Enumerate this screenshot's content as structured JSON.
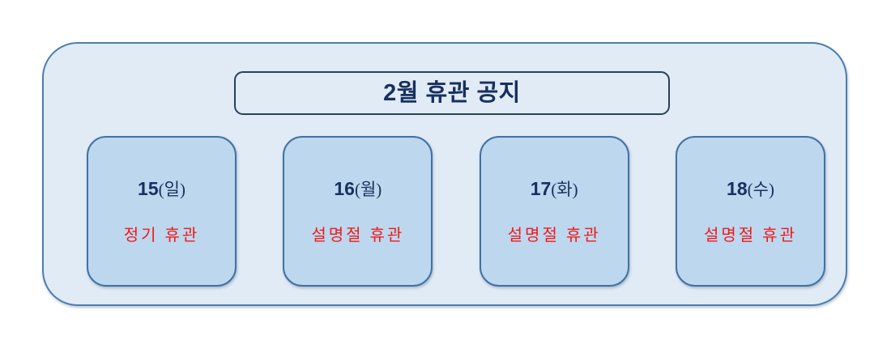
{
  "page": {
    "background_color": "#ffffff"
  },
  "notice": {
    "title": "2월 휴관 공지",
    "panel_fill": "#e1ebf6",
    "panel_border": "#4a7fb0",
    "title_border": "#2a3f5f",
    "title_color": "#17305e",
    "card_fill": "#bdd7ee",
    "card_border": "#3f72a4",
    "closure_color": "#ef1a1a",
    "days": [
      {
        "day_number": "15",
        "weekday": "(일)",
        "closure": "정기 휴관"
      },
      {
        "day_number": "16",
        "weekday": "(월)",
        "closure": "설명절 휴관"
      },
      {
        "day_number": "17",
        "weekday": "(화)",
        "closure": "설명절 휴관"
      },
      {
        "day_number": "18",
        "weekday": "(수)",
        "closure": "설명절 휴관"
      }
    ]
  }
}
